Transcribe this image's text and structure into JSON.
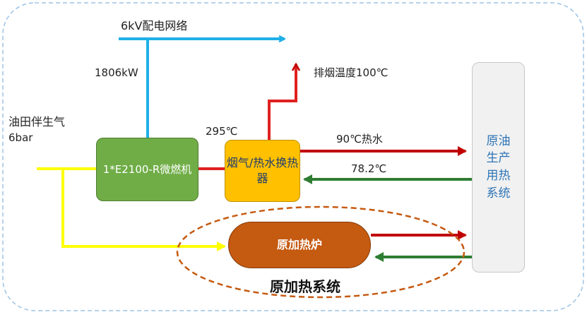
{
  "labels": {
    "grid": "6kV配电网络",
    "power": "1806kW",
    "gas_source": "油田伴生气",
    "gas_pressure": "6bar",
    "exhaust_in_temp": "295℃",
    "exhaust_out": "排烟温度100℃",
    "hot_water": "90℃热水",
    "return_water": "78.2℃"
  },
  "boxes": {
    "turbine": "1*E2100-R微燃机",
    "heat_exchanger": "烟气/热水换热器",
    "oil_system": "原油生产用热系统",
    "heater": "原加热炉"
  },
  "system_title": "原加热系统",
  "colors": {
    "electric": "#1fb0e8",
    "gas": "#ffff00",
    "hot": "#c00000",
    "return": "#2e7d32",
    "turbine": "#70ad47",
    "exchanger": "#ffc000",
    "heater": "#c55a11",
    "ellipse": "#c55a11",
    "frame": "#9dc3e6"
  }
}
